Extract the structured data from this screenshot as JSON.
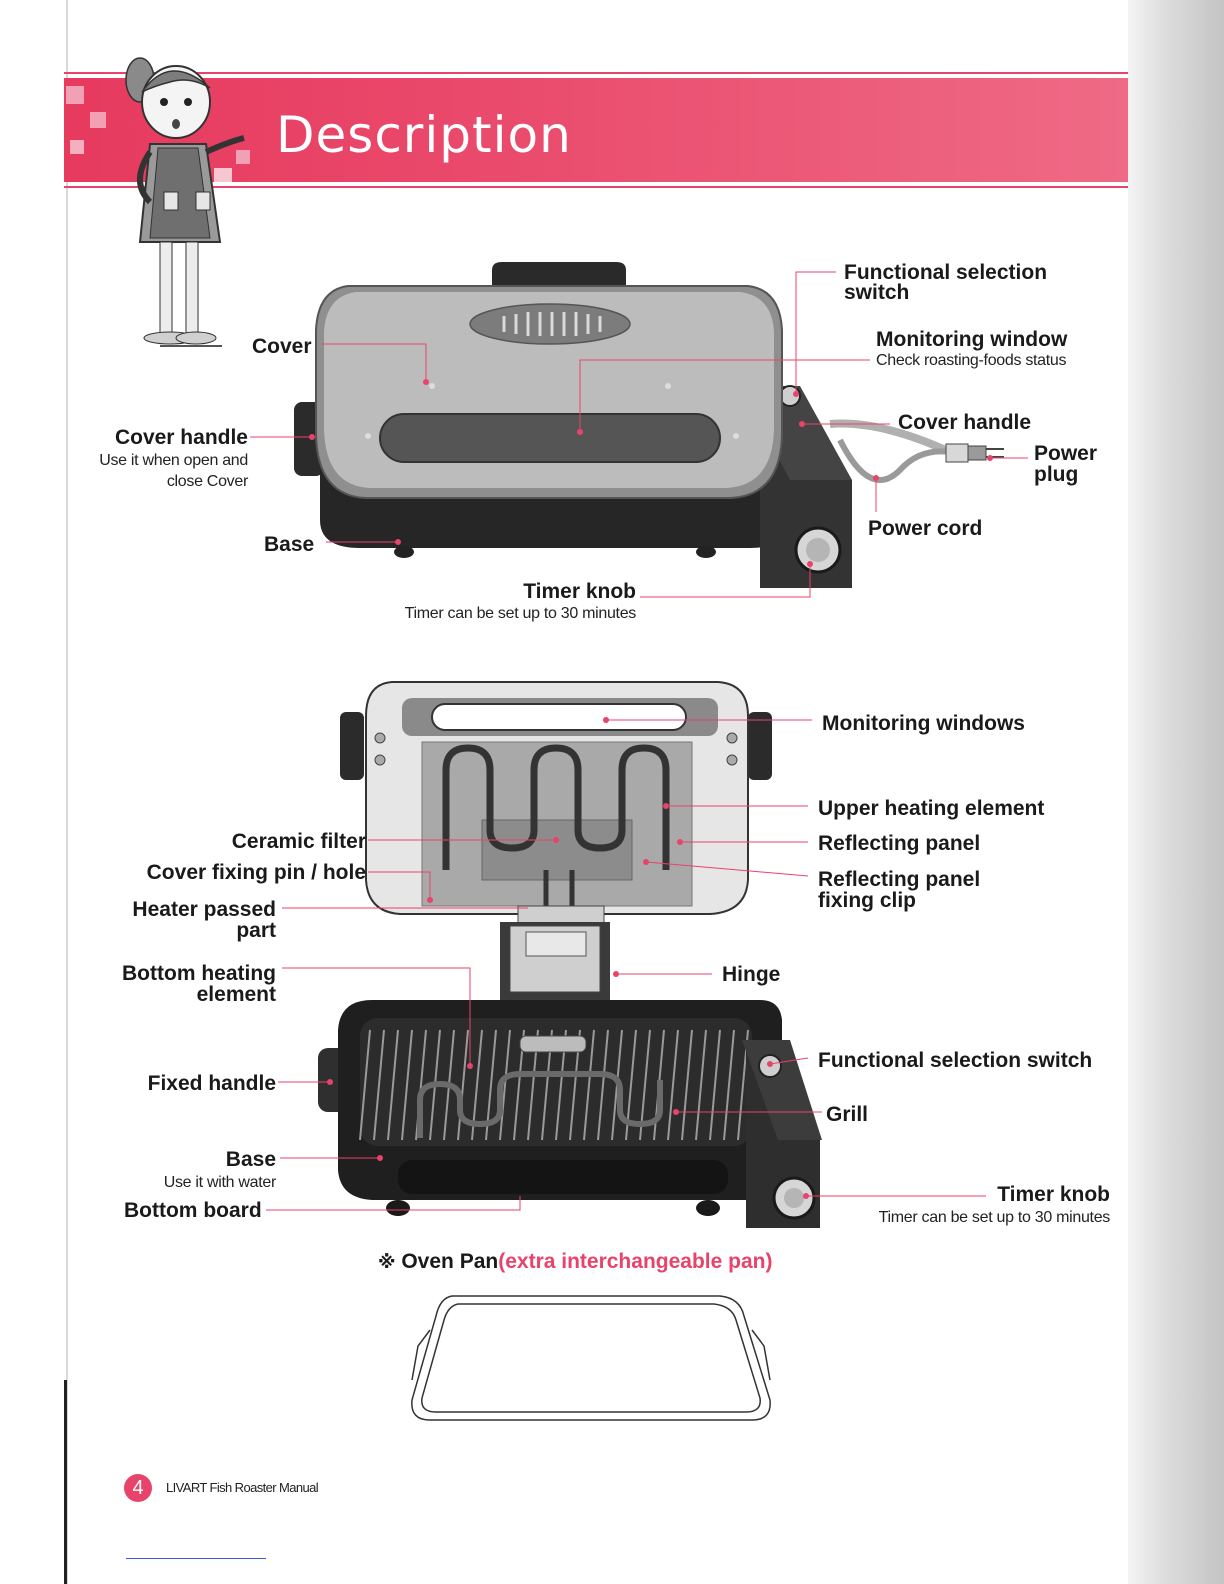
{
  "header": {
    "title": "Description"
  },
  "top_view": {
    "cover": "Cover",
    "cover_handle_left": {
      "label": "Cover handle",
      "note_line1": "Use it when open and",
      "note_line2": "close Cover"
    },
    "base": "Base",
    "timer_knob": {
      "label": "Timer knob",
      "note": "Timer can be set up to 30 minutes"
    },
    "functional_switch": {
      "line1": "Functional selection",
      "line2": "switch"
    },
    "monitoring_window": {
      "label": "Monitoring window",
      "note": "Check roasting-foods status"
    },
    "cover_handle_right": "Cover handle",
    "power_plug": {
      "line1": "Power",
      "line2": "plug"
    },
    "power_cord": "Power cord"
  },
  "open_view": {
    "monitoring_windows": "Monitoring windows",
    "upper_heating": "Upper heating element",
    "reflecting_panel": "Reflecting panel",
    "reflecting_clip": {
      "line1": "Reflecting panel",
      "line2": "fixing clip"
    },
    "ceramic_filter": "Ceramic filter",
    "cover_pin": "Cover fixing pin / hole",
    "heater_passed": {
      "line1": "Heater passed",
      "line2": "part"
    },
    "bottom_heating": {
      "line1": "Bottom heating",
      "line2": "element"
    },
    "hinge": "Hinge",
    "fixed_handle": "Fixed handle",
    "functional_switch": "Functional selection switch",
    "grill": "Grill",
    "base": {
      "label": "Base",
      "note": "Use it with water"
    },
    "bottom_board": "Bottom board",
    "timer_knob": {
      "label": "Timer knob",
      "note": "Timer can be set up to 30 minutes"
    }
  },
  "oven_pan": {
    "mark": "※",
    "label": "Oven Pan",
    "note": "(extra interchangeable pan)"
  },
  "footer": {
    "page": "4",
    "text": "LIVART Fish Roaster Manual"
  },
  "colors": {
    "accent": "#e8436a",
    "band": "#e63a5e"
  }
}
